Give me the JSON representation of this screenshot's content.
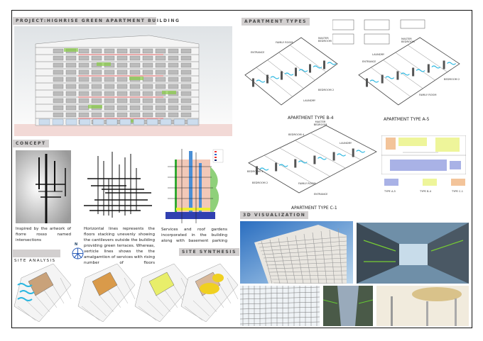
{
  "title": "PROJECT:HIGHRISE GREEN APARTMENT BUILDING",
  "concept": {
    "label": "CONCEPT",
    "text1": "Inspired by the artwork of fiorre rosso named intersections",
    "text2": "Horizontal lines represents the floors stacking unevenly showing the cantilevers outside the building providing green terraces. Whereas, verticle lines shows the the amalgamtion of services with rising number of floors",
    "text3": "Services and roof gardens incorporated in the building along with basement parking"
  },
  "compass": "N",
  "site_analysis": {
    "label": "SITE ANALYSIS"
  },
  "site_synthesis": {
    "label": "SITE SYNTHESIS"
  },
  "apartments": {
    "label": "APARTMENT TYPES",
    "b4": {
      "title": "APARTMENT TYPE B-4",
      "rooms": [
        "ENTRANCE",
        "FAMILY ROOM",
        "MASTER BEDROOM",
        "BEDROOM 2",
        "LAUNDRY"
      ]
    },
    "a5": {
      "title": "APARTMENT TYPE A-5",
      "rooms": [
        "MASTER BEDROOM",
        "LAUNDRY",
        "ENTRANCE",
        "BEDROOM 2",
        "FAMILY ROOM"
      ]
    },
    "c1": {
      "title": "APARTMENT TYPE C-1",
      "rooms": [
        "MASTER BEDROOM",
        "BEDROOM 4",
        "LAUNDRY",
        "BEDROOM 3",
        "BEDROOM 2",
        "FAMILY ROOM",
        "ENTRANCE"
      ]
    },
    "legend": [
      {
        "label": "TYPE A-5",
        "color": "#a9b2e6"
      },
      {
        "label": "TYPE B-4",
        "color": "#eef59a"
      },
      {
        "label": "TYPE C-1",
        "color": "#f3c49a"
      }
    ]
  },
  "visualization": {
    "label": "3D VISUALIZATION"
  }
}
